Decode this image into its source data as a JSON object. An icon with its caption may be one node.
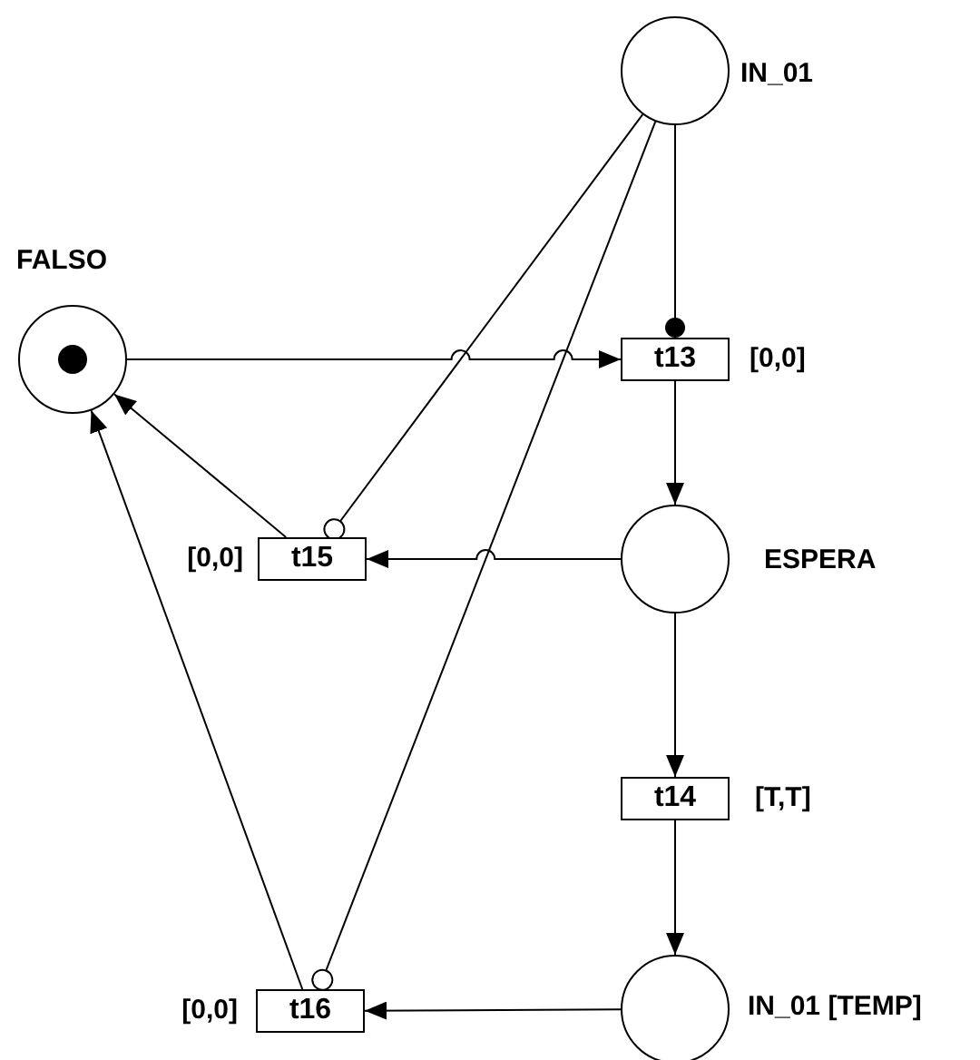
{
  "diagram": {
    "nodes": [
      {
        "text": [
          "IN_01"
        ]
      },
      {
        "text": [
          "FALSO"
        ]
      },
      {
        "text": [
          "t13"
        ],
        "beside": [
          "[0,0]"
        ]
      },
      {
        "text": [
          "t15"
        ],
        "beside": [
          "[0,0]"
        ]
      },
      {
        "text": [
          "ESPERA"
        ]
      },
      {
        "text": [
          "t14"
        ],
        "beside": [
          "[T,T]"
        ]
      },
      {
        "text": [
          "t16"
        ],
        "beside": [
          "[0,0]"
        ]
      },
      {
        "text": [
          "IN_01 [TEMP]"
        ]
      }
    ],
    "edges": [
      {
        "from": 0,
        "to": 2,
        "arrow": "other"
      },
      {
        "from": 1,
        "to": 2,
        "arrow": "to"
      },
      {
        "from": 2,
        "to": 4,
        "arrow": "to"
      },
      {
        "from": 4,
        "to": 3,
        "arrow": "to"
      },
      {
        "from": 3,
        "to": 1,
        "arrow": "to"
      },
      {
        "from": 0,
        "to": 3,
        "arrow": "other"
      },
      {
        "from": 4,
        "to": 5,
        "arrow": "to"
      },
      {
        "from": 5,
        "to": 7,
        "arrow": "to"
      },
      {
        "from": 7,
        "to": 6,
        "arrow": "to"
      },
      {
        "from": 6,
        "to": 1,
        "arrow": "to"
      },
      {
        "from": 0,
        "to": 6,
        "arrow": "other"
      }
    ]
  }
}
